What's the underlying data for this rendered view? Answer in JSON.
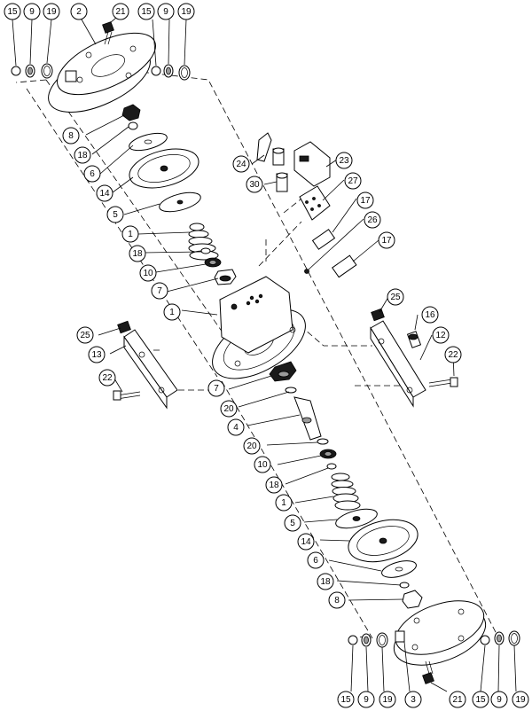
{
  "callouts": [
    {
      "id": "c-15-tl",
      "text": "15"
    },
    {
      "id": "c-9-tl",
      "text": "9"
    },
    {
      "id": "c-19-tl",
      "text": "19"
    },
    {
      "id": "c-2",
      "text": "2"
    },
    {
      "id": "c-21-t",
      "text": "21"
    },
    {
      "id": "c-15-tr",
      "text": "15"
    },
    {
      "id": "c-9-tr",
      "text": "9"
    },
    {
      "id": "c-19-tr",
      "text": "19"
    },
    {
      "id": "c-8-t",
      "text": "8"
    },
    {
      "id": "c-18-t",
      "text": "18"
    },
    {
      "id": "c-6-t",
      "text": "6"
    },
    {
      "id": "c-14-t",
      "text": "14"
    },
    {
      "id": "c-5-t",
      "text": "5"
    },
    {
      "id": "c-1-spring-t",
      "text": "1"
    },
    {
      "id": "c-18-t2",
      "text": "18"
    },
    {
      "id": "c-10-t",
      "text": "10"
    },
    {
      "id": "c-7-t",
      "text": "7"
    },
    {
      "id": "c-24",
      "text": "24"
    },
    {
      "id": "c-23",
      "text": "23"
    },
    {
      "id": "c-30",
      "text": "30"
    },
    {
      "id": "c-27",
      "text": "27"
    },
    {
      "id": "c-17-a",
      "text": "17"
    },
    {
      "id": "c-26",
      "text": "26"
    },
    {
      "id": "c-17-b",
      "text": "17"
    },
    {
      "id": "c-1-body",
      "text": "1"
    },
    {
      "id": "c-25-r",
      "text": "25"
    },
    {
      "id": "c-16",
      "text": "16"
    },
    {
      "id": "c-12",
      "text": "12"
    },
    {
      "id": "c-22-r",
      "text": "22"
    },
    {
      "id": "c-25-l",
      "text": "25"
    },
    {
      "id": "c-13",
      "text": "13"
    },
    {
      "id": "c-22-l",
      "text": "22"
    },
    {
      "id": "c-7-b",
      "text": "7"
    },
    {
      "id": "c-20-a",
      "text": "20"
    },
    {
      "id": "c-4",
      "text": "4"
    },
    {
      "id": "c-20-b",
      "text": "20"
    },
    {
      "id": "c-10-b",
      "text": "10"
    },
    {
      "id": "c-18-b",
      "text": "18"
    },
    {
      "id": "c-1-spring-b",
      "text": "1"
    },
    {
      "id": "c-5-b",
      "text": "5"
    },
    {
      "id": "c-14-b",
      "text": "14"
    },
    {
      "id": "c-6-b",
      "text": "6"
    },
    {
      "id": "c-18-b2",
      "text": "18"
    },
    {
      "id": "c-8-b",
      "text": "8"
    },
    {
      "id": "c-15-bl",
      "text": "15"
    },
    {
      "id": "c-9-bl",
      "text": "9"
    },
    {
      "id": "c-19-bl",
      "text": "19"
    },
    {
      "id": "c-3",
      "text": "3"
    },
    {
      "id": "c-21-b",
      "text": "21"
    },
    {
      "id": "c-15-br",
      "text": "15"
    },
    {
      "id": "c-9-br",
      "text": "9"
    },
    {
      "id": "c-19-br",
      "text": "19"
    }
  ]
}
